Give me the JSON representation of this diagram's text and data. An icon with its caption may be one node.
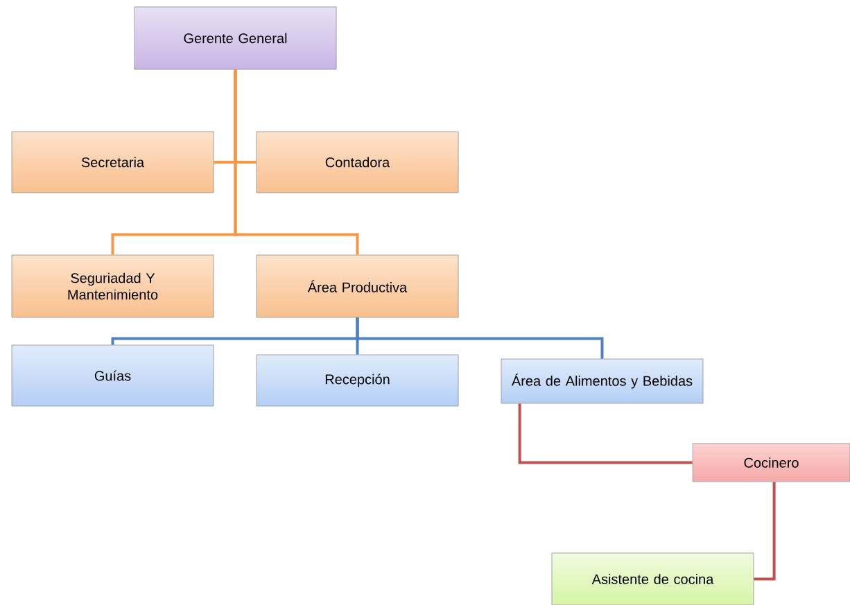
{
  "diagram": {
    "nodes": [
      {
        "text": [
          "Gerente General"
        ]
      },
      {
        "text": [
          "Secretaria"
        ]
      },
      {
        "text": [
          "Contadora"
        ]
      },
      {
        "text": [
          "Seguriadad Y Mantenimiento"
        ]
      },
      {
        "text": [
          "Área Productiva"
        ]
      },
      {
        "text": [
          "Guías"
        ]
      },
      {
        "text": [
          "Recepción"
        ]
      },
      {
        "text": [
          "Área de Alimentos y Bebidas"
        ]
      },
      {
        "text": [
          "Cocinero"
        ]
      },
      {
        "text": [
          "Asistente de cocina"
        ]
      }
    ],
    "edges": [
      {
        "from": 0,
        "to": 1,
        "arrow": "none"
      },
      {
        "from": 0,
        "to": 2,
        "arrow": "none"
      },
      {
        "from": 0,
        "to": 3,
        "arrow": "none"
      },
      {
        "from": 0,
        "to": 4,
        "arrow": "none"
      },
      {
        "from": 4,
        "to": 5,
        "arrow": "none",
        "color": "#4f81bd"
      },
      {
        "from": 4,
        "to": 6,
        "arrow": "none",
        "color": "#4f81bd"
      },
      {
        "from": 4,
        "to": 7,
        "arrow": "none",
        "color": "#4f81bd"
      },
      {
        "from": 7,
        "to": 8,
        "arrow": "none",
        "color": "#c0504d"
      },
      {
        "from": 8,
        "to": 9,
        "arrow": "none",
        "color": "#c0504d"
      }
    ]
  }
}
